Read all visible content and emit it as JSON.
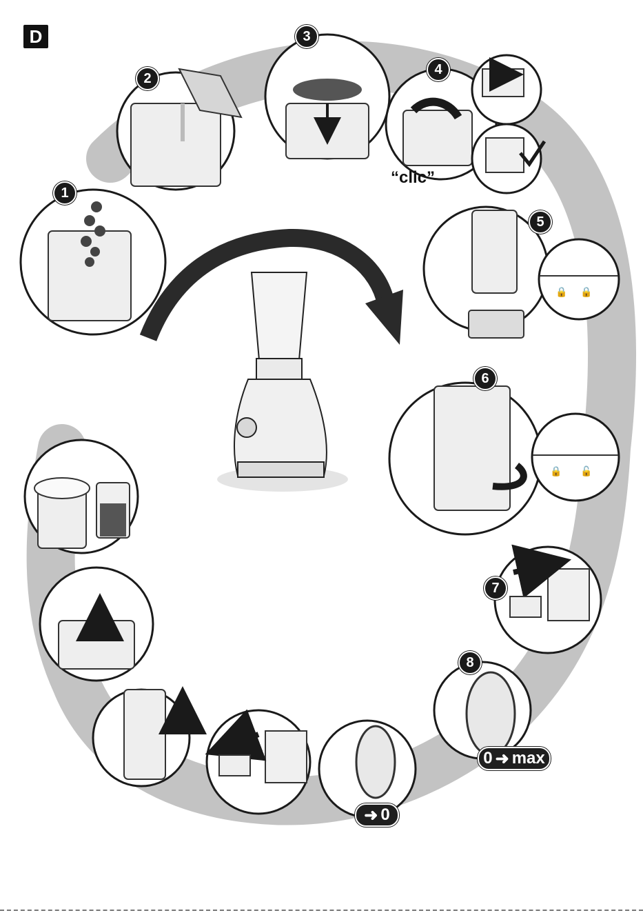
{
  "section_label": "D",
  "steps": [
    {
      "number": "1"
    },
    {
      "number": "2"
    },
    {
      "number": "3"
    },
    {
      "number": "4"
    },
    {
      "number": "5"
    },
    {
      "number": "6"
    },
    {
      "number": "7"
    },
    {
      "number": "8"
    }
  ],
  "sound_label": "“clic”",
  "switch_on": {
    "from": "0",
    "to": "max"
  },
  "switch_off": {
    "to": "0"
  },
  "icons": {
    "arrow": "right-arrow-icon",
    "check": "check-icon",
    "lock": "lock-icon",
    "unlock": "unlock-icon"
  },
  "colors": {
    "ring": "#bdbdbd",
    "ink": "#1a1a1a",
    "fill": "#e6e6e6"
  }
}
